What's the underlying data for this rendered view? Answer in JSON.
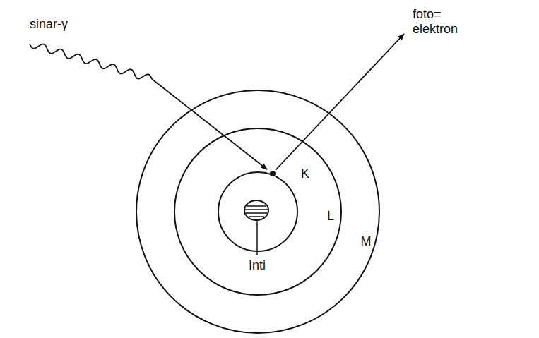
{
  "diagram": {
    "labels": [
      "sinar-γ",
      "foto= elektron",
      "K",
      "L",
      "M",
      "Inti"
    ]
  }
}
